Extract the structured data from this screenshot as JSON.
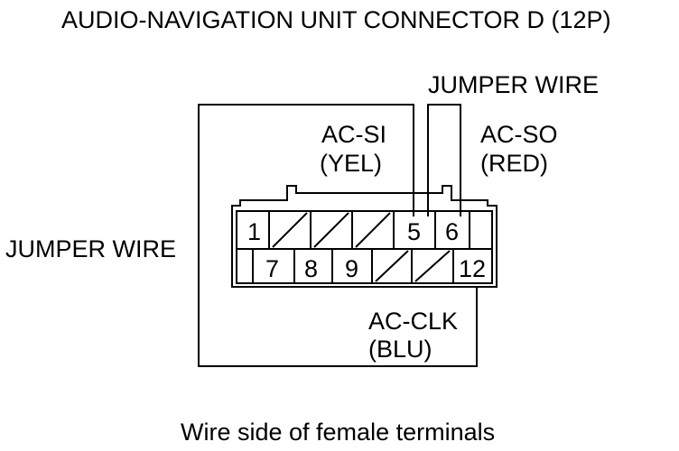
{
  "title": "AUDIO-NAVIGATION UNIT CONNECTOR D (12P)",
  "caption": "Wire side of female terminals",
  "labels": {
    "jumper_wire_top": "JUMPER WIRE",
    "jumper_wire_left": "JUMPER WIRE",
    "ac_si": "AC-SI",
    "ac_si_color": "(YEL)",
    "ac_so": "AC-SO",
    "ac_so_color": "(RED)",
    "ac_clk": "AC-CLK",
    "ac_clk_color": "(BLU)"
  },
  "connector": {
    "top_row": [
      "1",
      "",
      "",
      "",
      "5",
      "6"
    ],
    "bottom_row": [
      "",
      "7",
      "8",
      "9",
      "",
      "",
      "12"
    ]
  }
}
